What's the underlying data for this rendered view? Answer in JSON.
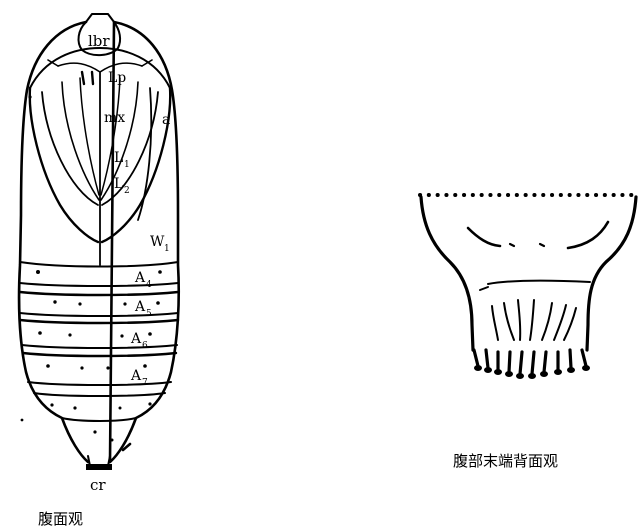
{
  "figure": {
    "labels": {
      "lbr": "lbr",
      "lp": "Lp",
      "mx": "mx",
      "a": "a",
      "l1": "L",
      "l1_sub": "1",
      "l2": "L",
      "l2_sub": "2",
      "w1": "W",
      "w1_sub": "1",
      "a4": "A",
      "a4_sub": "4",
      "a5": "A",
      "a5_sub": "5",
      "a6": "A",
      "a6_sub": "6",
      "a7": "A",
      "a7_sub": "7",
      "cr": "cr"
    },
    "captions": {
      "ventral": "腹面观",
      "dorsal_tip": "腹部末端背面观"
    }
  },
  "colors": {
    "ink": "#000000",
    "paper": "#ffffff"
  }
}
